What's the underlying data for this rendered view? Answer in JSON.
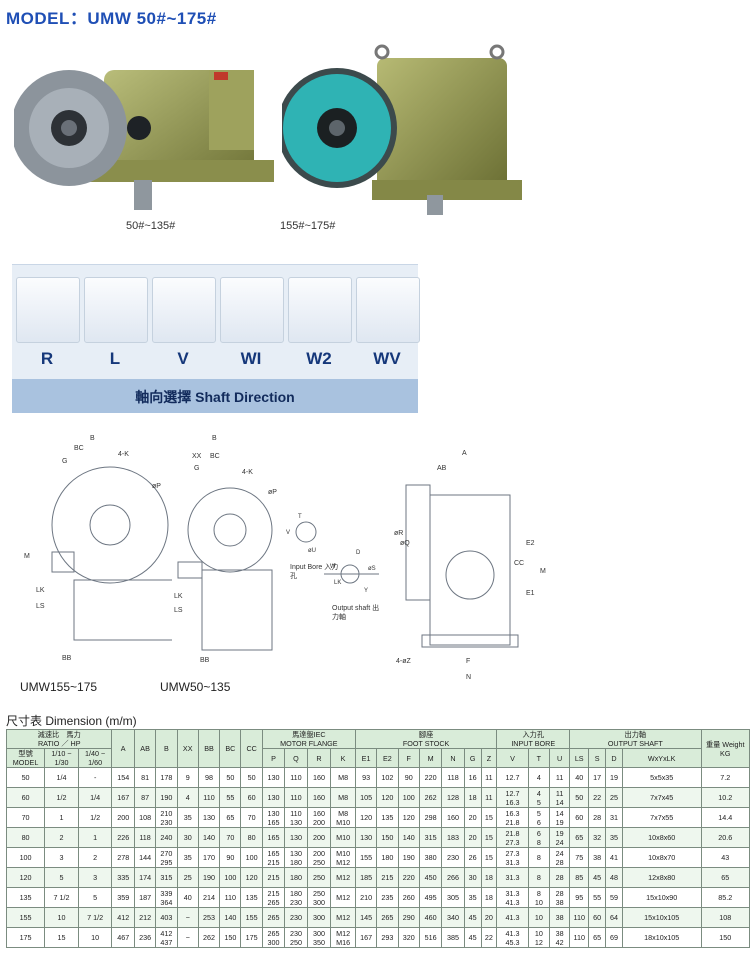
{
  "header": {
    "title": "MODEL：UMW 50#~175#"
  },
  "photos": {
    "left_caption": "50#~135#",
    "right_caption": "155#~175#"
  },
  "shaft_direction": {
    "items": [
      "R",
      "L",
      "V",
      "WI",
      "W2",
      "WV"
    ],
    "banner": "軸向選擇 Shaft Direction",
    "colors": {
      "panel": "#e7eef6",
      "banner": "#a9c2df",
      "label": "#15377a"
    }
  },
  "drawings": {
    "left_label": "UMW155~175",
    "mid_label": "UMW50~135",
    "input_bore_label": "Input Bore 入力孔",
    "output_shaft_label": "Output shaft 出力軸",
    "dims_left": [
      "B",
      "BC",
      "G",
      "4-K",
      "M",
      "LK",
      "LS",
      "BB",
      "øP"
    ],
    "dims_mid": [
      "B",
      "XX",
      "BC",
      "G",
      "4-K",
      "LK",
      "LS",
      "BB",
      "øP"
    ],
    "dims_right": [
      "A",
      "AB",
      "øR",
      "øQ",
      "CC",
      "E2",
      "E1",
      "M",
      "F",
      "N",
      "4-øZ"
    ],
    "dims_bore": [
      "T",
      "V",
      "øU"
    ],
    "dims_shaft": [
      "D",
      "W",
      "LK",
      "øS",
      "Y"
    ]
  },
  "table": {
    "caption": "尺寸表 Dimension (m/m)",
    "header": {
      "ratio_hp": "減速比　馬力",
      "ratio_hp_en": "RATIO ／ HP",
      "ratio1": "1/10 ~ 1/30",
      "ratio2": "1/40 ~ 1/60",
      "model": "型號 MODEL",
      "cols": [
        "A",
        "AB",
        "B",
        "XX",
        "BB",
        "BC",
        "CC"
      ],
      "motor_flange": "馬達盤IEC",
      "motor_flange_en": "MOTOR FLANGE",
      "motor_cols": [
        "P",
        "Q",
        "R",
        "K"
      ],
      "foot_stock": "腳座",
      "foot_stock_en": "FOOT STOCK",
      "foot_cols": [
        "E1",
        "E2",
        "F",
        "M",
        "N",
        "G",
        "Z"
      ],
      "input_bore": "入力孔",
      "input_bore_en": "INPUT BORE",
      "input_cols": [
        "V",
        "T",
        "U"
      ],
      "output_shaft": "出力軸",
      "output_shaft_en": "OUTPUT SHAFT",
      "output_cols": [
        "LS",
        "S",
        "D",
        "WxYxLK"
      ],
      "weight": "重量 Weight KG"
    },
    "rows": [
      [
        "50",
        "1/4",
        "-",
        "154",
        "81",
        "178",
        "9",
        "98",
        "50",
        "50",
        "130",
        "110",
        "160",
        "M8",
        "93",
        "102",
        "90",
        "220",
        "118",
        "16",
        "11",
        "12.7",
        "4",
        "11",
        "40",
        "17",
        "19",
        "5x5x35",
        "7.2"
      ],
      [
        "60",
        "1/2",
        "1/4",
        "167",
        "87",
        "190",
        "4",
        "110",
        "55",
        "60",
        "130",
        "110",
        "160",
        "M8",
        "105",
        "120",
        "100",
        "262",
        "128",
        "18",
        "11",
        "12.7\n16.3",
        "4\n5",
        "11\n14",
        "50",
        "22",
        "25",
        "7x7x45",
        "10.2"
      ],
      [
        "70",
        "1",
        "1/2",
        "200",
        "108",
        "210\n230",
        "35",
        "130",
        "65",
        "70",
        "130\n165",
        "110\n130",
        "160\n200",
        "M8\nM10",
        "120",
        "135",
        "120",
        "298",
        "160",
        "20",
        "15",
        "16.3\n21.8",
        "5\n6",
        "14\n19",
        "60",
        "28",
        "31",
        "7x7x55",
        "14.4"
      ],
      [
        "80",
        "2",
        "1",
        "226",
        "118",
        "240",
        "30",
        "140",
        "70",
        "80",
        "165",
        "130",
        "200",
        "M10",
        "130",
        "150",
        "140",
        "315",
        "183",
        "20",
        "15",
        "21.8\n27.3",
        "6\n8",
        "19\n24",
        "65",
        "32",
        "35",
        "10x8x60",
        "20.6"
      ],
      [
        "100",
        "3",
        "2",
        "278",
        "144",
        "270\n295",
        "35",
        "170",
        "90",
        "100",
        "165\n215",
        "130\n180",
        "200\n250",
        "M10\nM12",
        "155",
        "180",
        "190",
        "380",
        "230",
        "26",
        "15",
        "27.3\n31.3",
        "8",
        "24\n28",
        "75",
        "38",
        "41",
        "10x8x70",
        "43"
      ],
      [
        "120",
        "5",
        "3",
        "335",
        "174",
        "315",
        "25",
        "190",
        "100",
        "120",
        "215",
        "180",
        "250",
        "M12",
        "185",
        "215",
        "220",
        "450",
        "266",
        "30",
        "18",
        "31.3",
        "8",
        "28",
        "85",
        "45",
        "48",
        "12x8x80",
        "65"
      ],
      [
        "135",
        "7 1/2",
        "5",
        "359",
        "187",
        "339\n364",
        "40",
        "214",
        "110",
        "135",
        "215\n265",
        "180\n230",
        "250\n300",
        "M12",
        "210",
        "235",
        "260",
        "495",
        "305",
        "35",
        "18",
        "31.3\n41.3",
        "8\n10",
        "28\n38",
        "95",
        "55",
        "59",
        "15x10x90",
        "85.2"
      ],
      [
        "155",
        "10",
        "7 1/2",
        "412",
        "212",
        "403",
        "−",
        "253",
        "140",
        "155",
        "265",
        "230",
        "300",
        "M12",
        "145",
        "265",
        "290",
        "460",
        "340",
        "45",
        "20",
        "41.3",
        "10",
        "38",
        "110",
        "60",
        "64",
        "15x10x105",
        "108"
      ],
      [
        "175",
        "15",
        "10",
        "467",
        "236",
        "412\n437",
        "−",
        "262",
        "150",
        "175",
        "265\n300",
        "230\n250",
        "300\n350",
        "M12\nM16",
        "167",
        "293",
        "320",
        "516",
        "385",
        "45",
        "22",
        "41.3\n45.3",
        "10\n12",
        "38\n42",
        "110",
        "65",
        "69",
        "18x10x105",
        "150"
      ]
    ]
  }
}
